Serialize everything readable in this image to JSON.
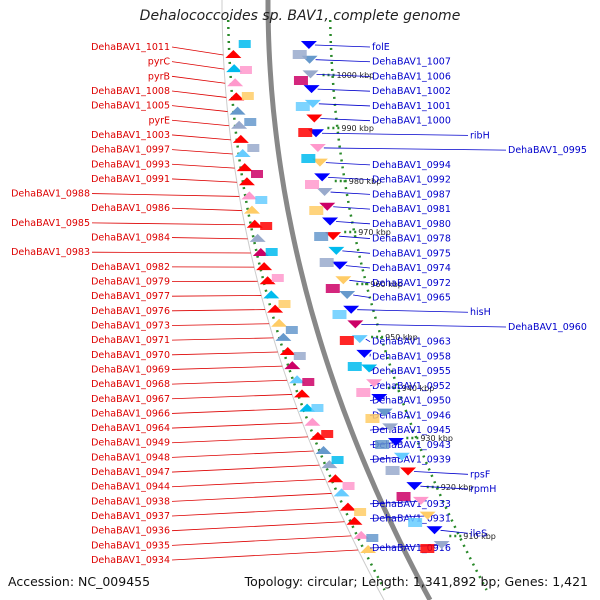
{
  "title": "Dehalococcoides sp. BAV1, complete genome",
  "footer": {
    "accession": "Accession: NC_009455",
    "topology": "Topology: circular; Length: 1,341,892 bp; Genes: 1,421"
  },
  "colors": {
    "left_label": "#dd0000",
    "right_label": "#0000cc",
    "forward_strand": "#ff0000",
    "reverse_strand": "#0000ff",
    "backbone": "#888888",
    "gc_dots": "#2a8a2a"
  },
  "kbp_marks": [
    "1000 kbp",
    "990 kbp",
    "980 kbp",
    "970 kbp",
    "960 kbp",
    "950 kbp",
    "940 kbp",
    "930 kbp",
    "920 kbp",
    "910 kbp"
  ],
  "left_genes": [
    "DehaBAV1_1011",
    "pyrC",
    "pyrB",
    "DehaBAV1_1008",
    "DehaBAV1_1005",
    "pyrE",
    "DehaBAV1_1003",
    "DehaBAV1_0997",
    "DehaBAV1_0993",
    "DehaBAV1_0991",
    "DehaBAV1_0988",
    "DehaBAV1_0986",
    "DehaBAV1_0985",
    "DehaBAV1_0984",
    "DehaBAV1_0983",
    "DehaBAV1_0982",
    "DehaBAV1_0979",
    "DehaBAV1_0977",
    "DehaBAV1_0976",
    "DehaBAV1_0973",
    "DehaBAV1_0971",
    "DehaBAV1_0970",
    "DehaBAV1_0969",
    "DehaBAV1_0968",
    "DehaBAV1_0967",
    "DehaBAV1_0966",
    "DehaBAV1_0964",
    "DehaBAV1_0949",
    "DehaBAV1_0948",
    "DehaBAV1_0947",
    "DehaBAV1_0944",
    "DehaBAV1_0938",
    "DehaBAV1_0937",
    "DehaBAV1_0936",
    "DehaBAV1_0935",
    "DehaBAV1_0934"
  ],
  "right_genes": [
    "folE",
    "DehaBAV1_1007",
    "DehaBAV1_1006",
    "DehaBAV1_1002",
    "DehaBAV1_1001",
    "DehaBAV1_1000",
    "ribH",
    "DehaBAV1_0995",
    "DehaBAV1_0994",
    "DehaBAV1_0992",
    "DehaBAV1_0987",
    "DehaBAV1_0981",
    "DehaBAV1_0980",
    "DehaBAV1_0978",
    "DehaBAV1_0975",
    "DehaBAV1_0974",
    "DehaBAV1_0972",
    "DehaBAV1_0965",
    "hisH",
    "DehaBAV1_0960",
    "DehaBAV1_0963",
    "DehaBAV1_0958",
    "DehaBAV1_0955",
    "DehaBAV1_0952",
    "DehaBAV1_0950",
    "DehaBAV1_0946",
    "DehaBAV1_0945",
    "DehaBAV1_0943",
    "DehaBAV1_0939",
    "rpsF",
    "rpmH",
    "DehaBAV1_0933",
    "DehaBAV1_0931",
    "ileS",
    "DehaBAV1_0916"
  ]
}
